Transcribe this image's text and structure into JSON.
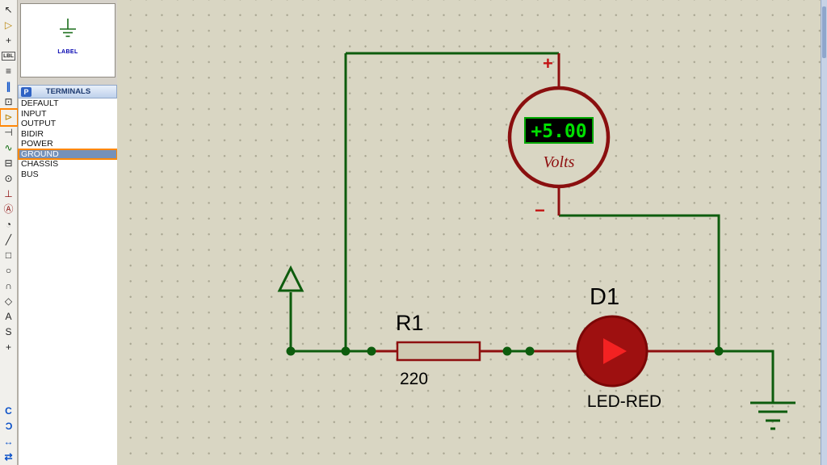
{
  "toolbar": {
    "tools": [
      {
        "name": "selection-pointer",
        "glyph": "↖"
      },
      {
        "name": "component-mode",
        "glyph": "▷"
      },
      {
        "name": "junction-dot-mode",
        "glyph": "+"
      },
      {
        "name": "wire-label-mode",
        "glyph": "LBL"
      },
      {
        "name": "text-script-mode",
        "glyph": "≡"
      },
      {
        "name": "bus-mode",
        "glyph": "∥"
      },
      {
        "name": "subcircuit-mode",
        "glyph": "⊡"
      },
      {
        "name": "terminals-mode",
        "glyph": "⊳"
      },
      {
        "name": "device-pins-mode",
        "glyph": "⊣"
      },
      {
        "name": "graph-mode",
        "glyph": "∿"
      },
      {
        "name": "tape-recorder-mode",
        "glyph": "⊟"
      },
      {
        "name": "generator-mode",
        "glyph": "⊙"
      },
      {
        "name": "voltage-probe-mode",
        "glyph": "⊥"
      },
      {
        "name": "current-probe-mode",
        "glyph": "Ⓐ"
      },
      {
        "name": "virtual-instruments-mode",
        "glyph": "◔"
      },
      {
        "name": "2d-line-tool",
        "glyph": "╱"
      },
      {
        "name": "2d-box-tool",
        "glyph": "□"
      },
      {
        "name": "2d-circle-tool",
        "glyph": "○"
      },
      {
        "name": "2d-arc-tool",
        "glyph": "∩"
      },
      {
        "name": "2d-path-tool",
        "glyph": "◇"
      },
      {
        "name": "2d-text-tool",
        "glyph": "A"
      },
      {
        "name": "2d-symbol-tool",
        "glyph": "S"
      },
      {
        "name": "2d-marker-tool",
        "glyph": "+"
      }
    ],
    "bottom": [
      {
        "name": "rotate-anticlockwise",
        "glyph": "C"
      },
      {
        "name": "rotate-clockwise",
        "glyph": "C"
      },
      {
        "name": "mirror-horizontal",
        "glyph": "↔"
      },
      {
        "name": "pan",
        "glyph": "⇄"
      }
    ]
  },
  "preview": {
    "caption": "LABEL"
  },
  "selector": {
    "button": "P",
    "title": "TERMINALS",
    "items": [
      {
        "label": "DEFAULT"
      },
      {
        "label": "INPUT"
      },
      {
        "label": "OUTPUT"
      },
      {
        "label": "BIDIR"
      },
      {
        "label": "POWER"
      },
      {
        "label": "GROUND"
      },
      {
        "label": "CHASSIS"
      },
      {
        "label": "BUS"
      }
    ],
    "selected": "GROUND"
  },
  "schematic": {
    "meter": {
      "reading": "+5.00",
      "unit": "Volts",
      "plus": "+",
      "minus": "−"
    },
    "resistor": {
      "ref": "R1",
      "value": "220"
    },
    "led": {
      "ref": "D1",
      "part": "LED-RED"
    },
    "colors": {
      "wire": "#0d5c0d",
      "component_outline": "#8e0f0f",
      "display_text": "#00e000",
      "display_bg": "#000000",
      "led_fill": "#9e1010",
      "led_arrow": "#f32222",
      "annotation": "#ff8706",
      "canvas_bg": "#d9d6c3"
    }
  }
}
